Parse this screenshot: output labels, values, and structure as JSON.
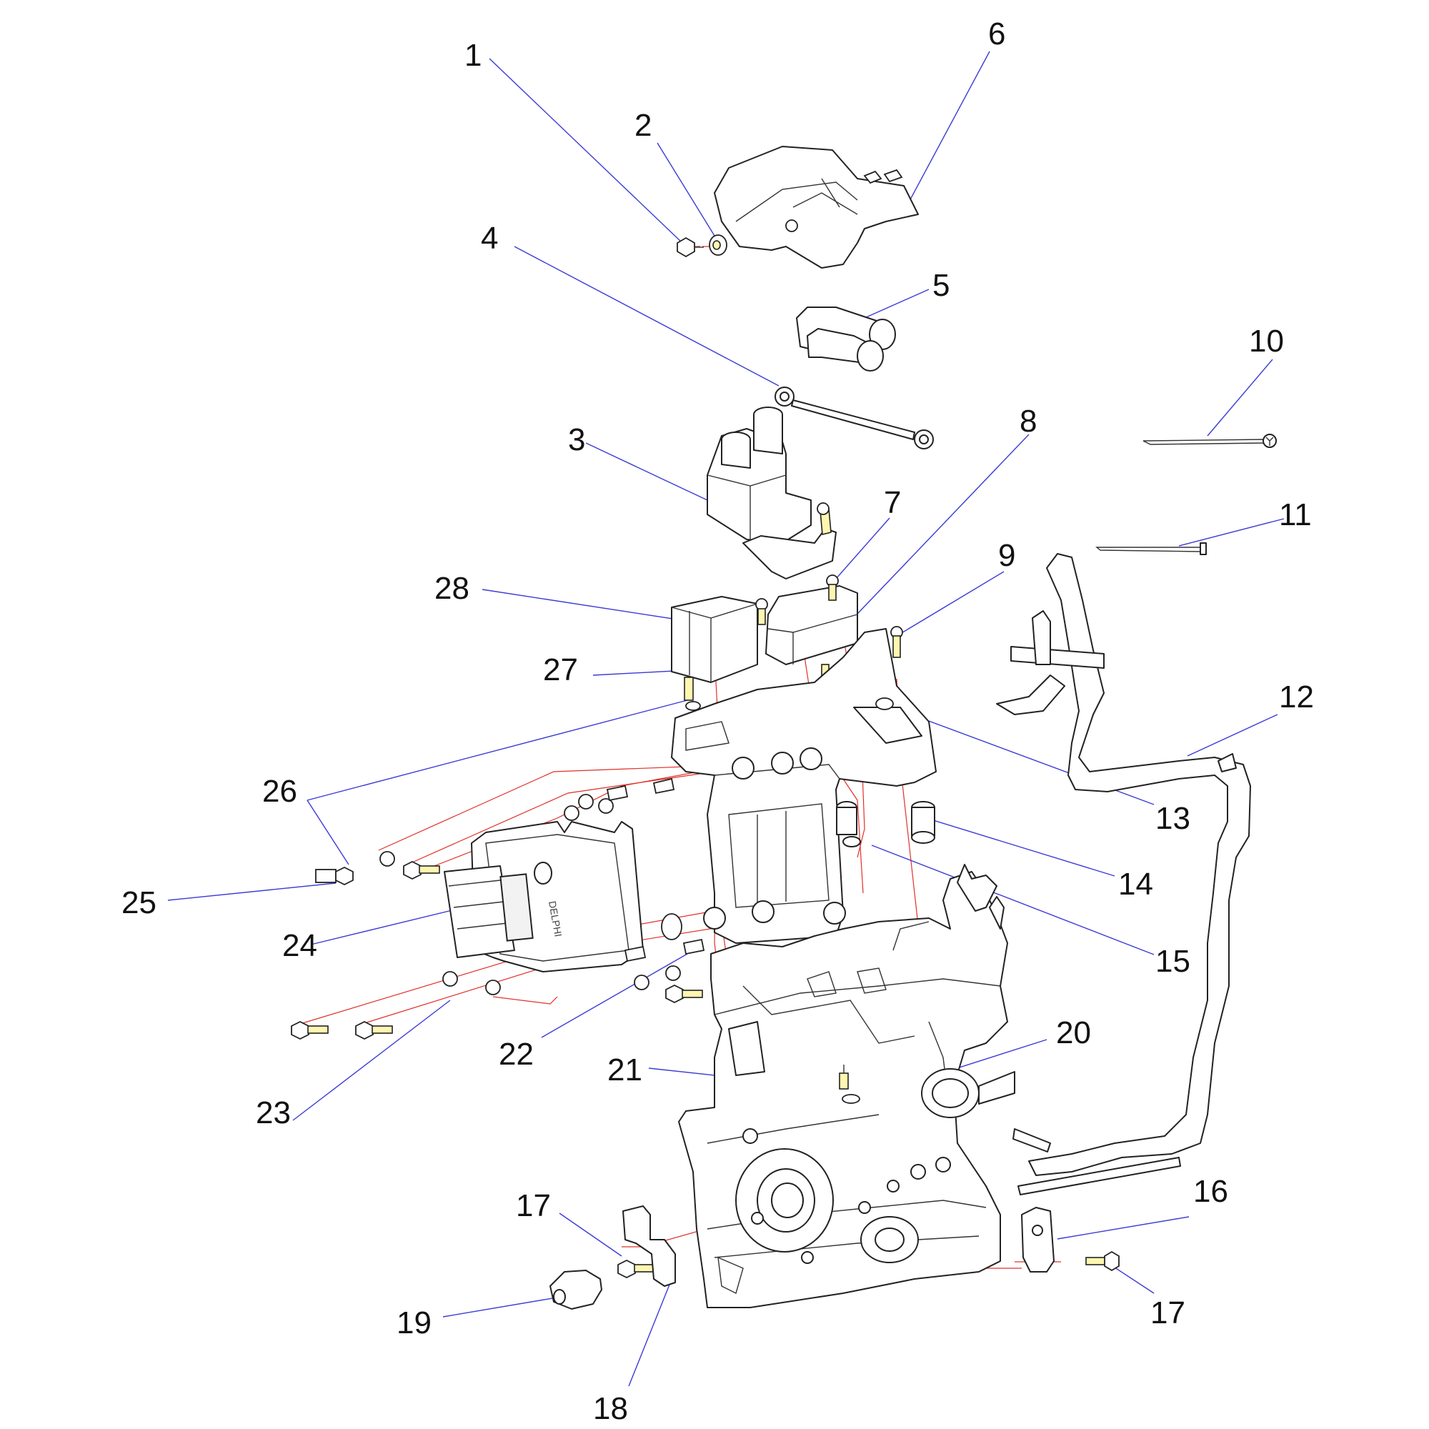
{
  "callouts": [
    {
      "id": "1",
      "label": "1"
    },
    {
      "id": "2",
      "label": "2"
    },
    {
      "id": "3",
      "label": "3"
    },
    {
      "id": "4",
      "label": "4"
    },
    {
      "id": "5",
      "label": "5"
    },
    {
      "id": "6",
      "label": "6"
    },
    {
      "id": "7",
      "label": "7"
    },
    {
      "id": "8",
      "label": "8"
    },
    {
      "id": "9",
      "label": "9"
    },
    {
      "id": "10",
      "label": "10"
    },
    {
      "id": "11",
      "label": "11"
    },
    {
      "id": "12",
      "label": "12"
    },
    {
      "id": "13",
      "label": "13"
    },
    {
      "id": "14",
      "label": "14"
    },
    {
      "id": "15",
      "label": "15"
    },
    {
      "id": "16",
      "label": "16"
    },
    {
      "id": "17a",
      "label": "17"
    },
    {
      "id": "17b",
      "label": "17"
    },
    {
      "id": "18",
      "label": "18"
    },
    {
      "id": "19",
      "label": "19"
    },
    {
      "id": "20",
      "label": "20"
    },
    {
      "id": "21",
      "label": "21"
    },
    {
      "id": "22",
      "label": "22"
    },
    {
      "id": "23",
      "label": "23"
    },
    {
      "id": "24",
      "label": "24"
    },
    {
      "id": "25",
      "label": "25"
    },
    {
      "id": "26",
      "label": "26"
    },
    {
      "id": "27",
      "label": "27"
    },
    {
      "id": "28",
      "label": "28"
    }
  ],
  "ecu_marking": "DELPHI",
  "colors": {
    "leader_line": "#3b3bd6",
    "explode_line": "#e0302a",
    "outline": "#222222",
    "fastener_highlight": "#fff7b0"
  }
}
